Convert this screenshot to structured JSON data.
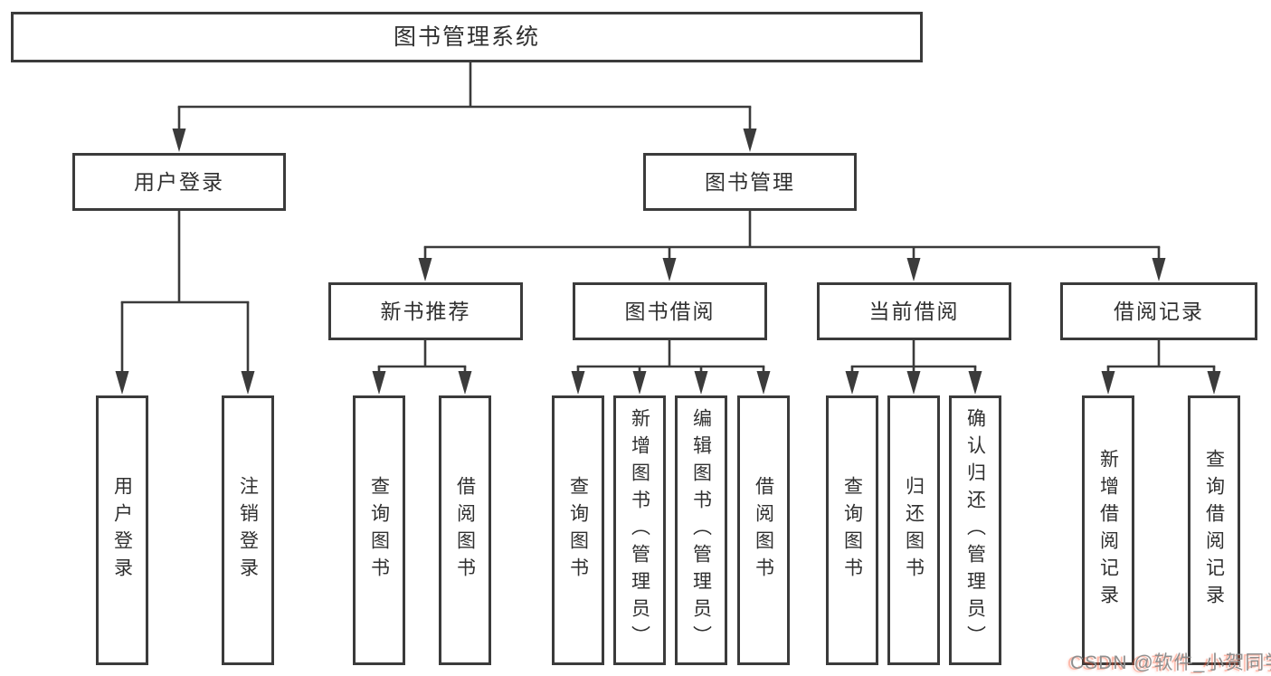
{
  "colors": {
    "line": "#3b3b3b",
    "text": "#303030",
    "box_fill": "#ffffff",
    "watermark_gray": "#8f8f8f",
    "watermark_red": "#fc5531"
  },
  "watermark": {
    "text": "CSDN @软件_小贺同学"
  },
  "tree": {
    "root": {
      "label": "图书管理系统",
      "children": [
        {
          "label": "用户登录",
          "children": [
            {
              "label": "用户登录"
            },
            {
              "label": "注销登录"
            }
          ]
        },
        {
          "label": "图书管理",
          "children": [
            {
              "label": "新书推荐",
              "children": [
                {
                  "label": "查询图书"
                },
                {
                  "label": "借阅图书"
                }
              ]
            },
            {
              "label": "图书借阅",
              "children": [
                {
                  "label": "查询图书"
                },
                {
                  "label": "新增图书（管理员）"
                },
                {
                  "label": "编辑图书（管理员）"
                },
                {
                  "label": "借阅图书"
                }
              ]
            },
            {
              "label": "当前借阅",
              "children": [
                {
                  "label": "查询图书"
                },
                {
                  "label": "归还图书"
                },
                {
                  "label": "确认归还（管理员）"
                }
              ]
            },
            {
              "label": "借阅记录",
              "children": [
                {
                  "label": "新增借阅记录"
                },
                {
                  "label": "查询借阅记录"
                }
              ]
            }
          ]
        }
      ]
    }
  }
}
